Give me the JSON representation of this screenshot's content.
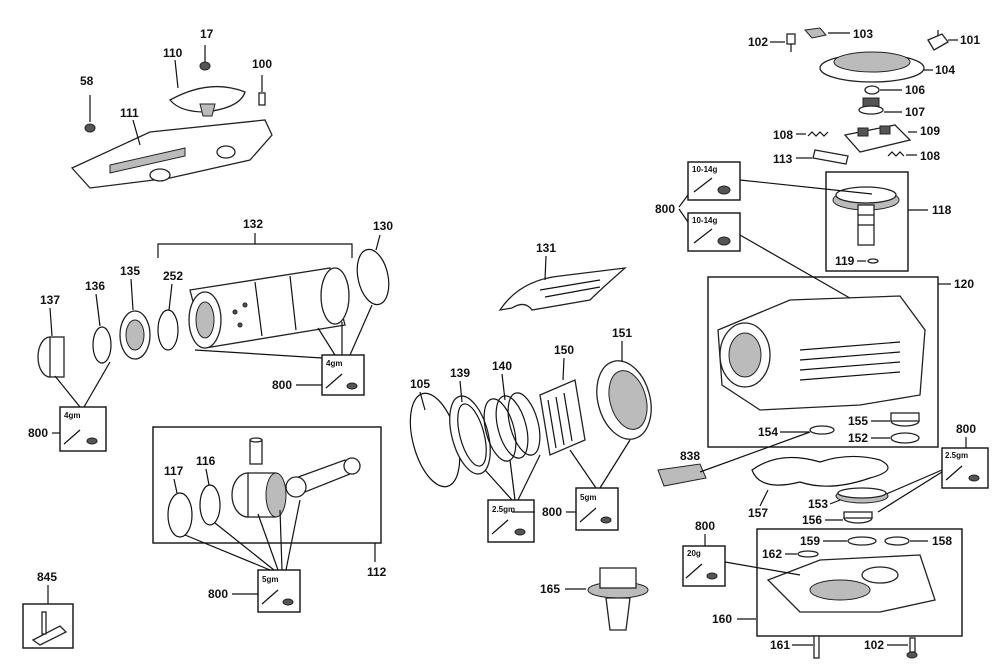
{
  "labels": {
    "p58": "58",
    "p111": "111",
    "p110": "110",
    "p17": "17",
    "p100": "100",
    "p102a": "102",
    "p103": "103",
    "p101": "101",
    "p104": "104",
    "p106": "106",
    "p107": "107",
    "p108a": "108",
    "p109": "109",
    "p113": "113",
    "p108b": "108",
    "p800a": "800",
    "p118": "118",
    "p119": "119",
    "p120": "120",
    "p132": "132",
    "p130": "130",
    "p137": "137",
    "p136": "136",
    "p135": "135",
    "p252": "252",
    "p800b": "800",
    "p800c": "800",
    "p131": "131",
    "p105": "105",
    "p139": "139",
    "p140": "140",
    "p150": "150",
    "p151": "151",
    "p155": "155",
    "p154": "154",
    "p152": "152",
    "p800d": "800",
    "p838": "838",
    "p153": "153",
    "p157": "157",
    "p156": "156",
    "p800e": "800",
    "p800f": "800",
    "p117": "117",
    "p116": "116",
    "p112": "112",
    "p800g": "800",
    "p159": "159",
    "p158": "158",
    "p162": "162",
    "p165": "165",
    "p160": "160",
    "p845": "845",
    "p161": "161",
    "p102b": "102"
  },
  "grease": {
    "g10a": "10-14g",
    "g10b": "10-14g",
    "g4a": "4gm",
    "g4b": "4gm",
    "g25a": "2.5gm",
    "g5a": "5gm",
    "g25b": "2.5gm",
    "g20": "20g",
    "g5b": "5gm"
  }
}
